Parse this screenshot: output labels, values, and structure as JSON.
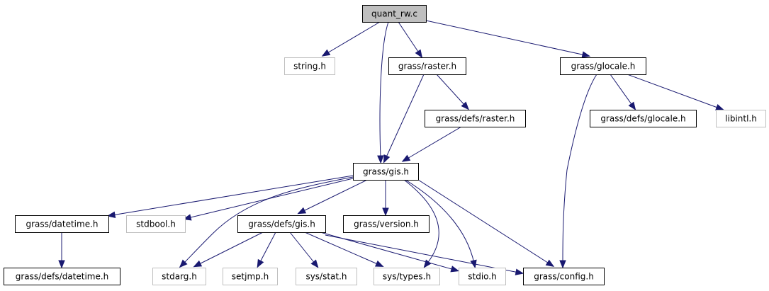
{
  "title": "quant_rw.c include dependency graph",
  "colors": {
    "edge": "#191970",
    "root_fill": "#bfbfbf",
    "root_border": "#000000",
    "documented_border": "#000000",
    "external_border": "#bfbfbf",
    "node_fill": "#ffffff"
  },
  "nodes": [
    {
      "id": "quant_rw",
      "label": "quant_rw.c",
      "kind": "root"
    },
    {
      "id": "string",
      "label": "string.h",
      "kind": "external"
    },
    {
      "id": "raster",
      "label": "grass/raster.h",
      "kind": "documented"
    },
    {
      "id": "glocale",
      "label": "grass/glocale.h",
      "kind": "documented"
    },
    {
      "id": "defs_raster",
      "label": "grass/defs/raster.h",
      "kind": "documented"
    },
    {
      "id": "defs_glocale",
      "label": "grass/defs/glocale.h",
      "kind": "documented"
    },
    {
      "id": "libintl",
      "label": "libintl.h",
      "kind": "external"
    },
    {
      "id": "gis",
      "label": "grass/gis.h",
      "kind": "documented"
    },
    {
      "id": "datetime",
      "label": "grass/datetime.h",
      "kind": "documented"
    },
    {
      "id": "stdbool",
      "label": "stdbool.h",
      "kind": "external"
    },
    {
      "id": "defs_gis",
      "label": "grass/defs/gis.h",
      "kind": "documented"
    },
    {
      "id": "version",
      "label": "grass/version.h",
      "kind": "documented"
    },
    {
      "id": "defs_datetime",
      "label": "grass/defs/datetime.h",
      "kind": "documented"
    },
    {
      "id": "stdarg",
      "label": "stdarg.h",
      "kind": "external"
    },
    {
      "id": "setjmp",
      "label": "setjmp.h",
      "kind": "external"
    },
    {
      "id": "sys_stat",
      "label": "sys/stat.h",
      "kind": "external"
    },
    {
      "id": "sys_types",
      "label": "sys/types.h",
      "kind": "external"
    },
    {
      "id": "stdio",
      "label": "stdio.h",
      "kind": "external"
    },
    {
      "id": "config",
      "label": "grass/config.h",
      "kind": "documented"
    }
  ],
  "edges": [
    [
      "quant_rw",
      "string"
    ],
    [
      "quant_rw",
      "gis"
    ],
    [
      "quant_rw",
      "raster"
    ],
    [
      "quant_rw",
      "glocale"
    ],
    [
      "raster",
      "gis"
    ],
    [
      "raster",
      "defs_raster"
    ],
    [
      "defs_raster",
      "gis"
    ],
    [
      "glocale",
      "config"
    ],
    [
      "glocale",
      "defs_glocale"
    ],
    [
      "glocale",
      "libintl"
    ],
    [
      "gis",
      "datetime"
    ],
    [
      "gis",
      "stdbool"
    ],
    [
      "gis",
      "stdarg"
    ],
    [
      "gis",
      "defs_gis"
    ],
    [
      "gis",
      "version"
    ],
    [
      "gis",
      "sys_types"
    ],
    [
      "gis",
      "stdio"
    ],
    [
      "gis",
      "config"
    ],
    [
      "datetime",
      "defs_datetime"
    ],
    [
      "defs_gis",
      "stdarg"
    ],
    [
      "defs_gis",
      "setjmp"
    ],
    [
      "defs_gis",
      "sys_stat"
    ],
    [
      "defs_gis",
      "sys_types"
    ],
    [
      "defs_gis",
      "stdio"
    ],
    [
      "defs_gis",
      "config"
    ]
  ]
}
